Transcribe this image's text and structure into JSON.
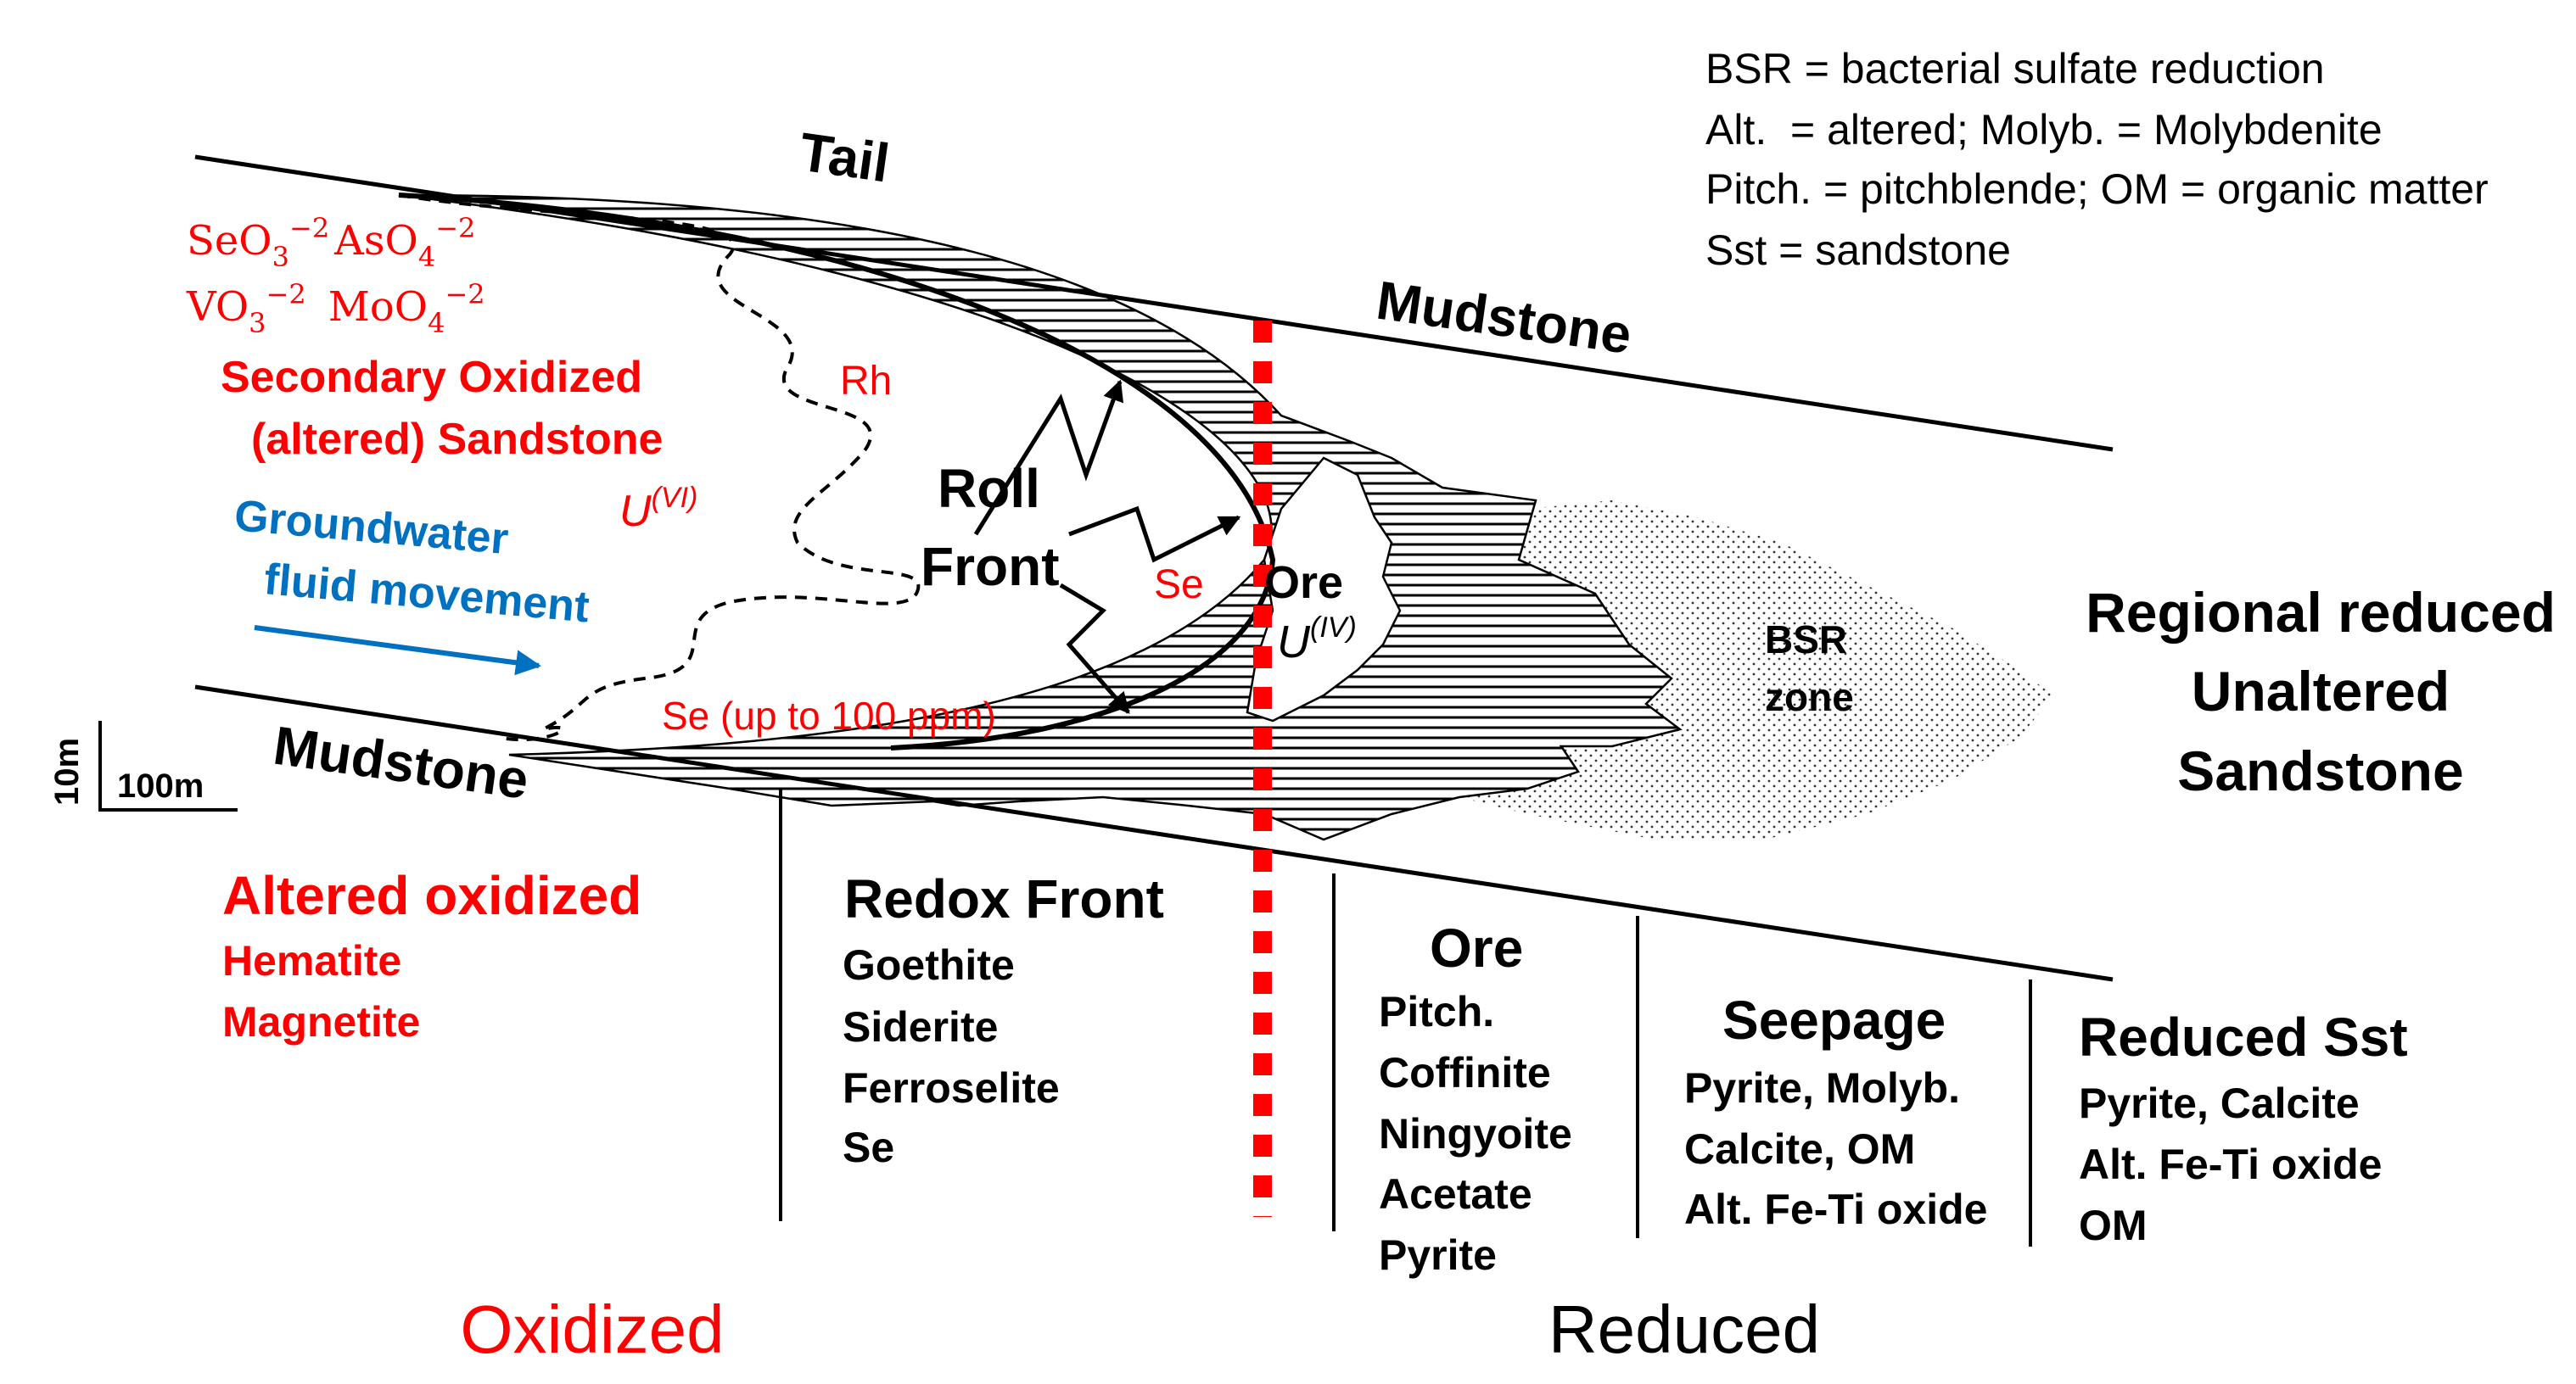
{
  "legend": {
    "line1": "BSR = bacterial sulfate reduction",
    "line2": "Alt.  = altered; Molyb. = Molybdenite",
    "line3": "Pitch. = pitchblende; OM = organic matter",
    "line4": "Sst = sandstone"
  },
  "labels": {
    "tail": "Tail",
    "mudstone_top": "Mudstone",
    "mudstone_bottom": "Mudstone",
    "rh": "Rh",
    "roll": "Roll",
    "front": "Front",
    "se_center": "Se",
    "ore_body": "Ore",
    "uiv_base": "U",
    "uiv_sup": "(IV)",
    "bsr": "BSR",
    "bsr_zone": "zone",
    "se_bottom": "Se (up to 100 ppm)",
    "uvi_base": "U",
    "uvi_sup": "(VI)"
  },
  "oxyanions": {
    "se": "SeO",
    "se_sub": "3",
    "se_sup": "−2",
    "as": "AsO",
    "as_sub": "4",
    "as_sup": "−2",
    "v": "VO",
    "v_sub": "3",
    "v_sup": "−2",
    "mo": "MoO",
    "mo_sub": "4",
    "mo_sup": "−2"
  },
  "secondary": {
    "line1": "Secondary Oxidized",
    "line2": "(altered) Sandstone"
  },
  "groundwater": {
    "line1": "Groundwater",
    "line2": "fluid movement"
  },
  "regional": {
    "line1": "Regional reduced",
    "line2": "Unaltered",
    "line3": "Sandstone"
  },
  "scale": {
    "vertical": "10m",
    "horizontal": "100m"
  },
  "zones": {
    "altered": {
      "title": "Altered oxidized",
      "items": [
        "Hematite",
        "Magnetite"
      ]
    },
    "redox": {
      "title": "Redox Front",
      "items": [
        "Goethite",
        "Siderite",
        "Ferroselite",
        "Se"
      ]
    },
    "ore": {
      "title": "Ore",
      "items": [
        "Pitch.",
        "Coffinite",
        "Ningyoite",
        "Acetate",
        "Pyrite"
      ]
    },
    "seepage": {
      "title": "Seepage",
      "items": [
        "Pyrite, Molyb.",
        "Calcite, OM",
        "Alt. Fe-Ti oxide"
      ]
    },
    "reduced": {
      "title": "Reduced Sst",
      "items": [
        "Pyrite, Calcite",
        "Alt. Fe-Ti oxide",
        "OM"
      ]
    }
  },
  "bottom": {
    "oxidized": "Oxidized",
    "reduced": "Reduced"
  },
  "colors": {
    "oxidized": "#ff0000",
    "groundwater": "#0070c0",
    "text": "#000000"
  }
}
